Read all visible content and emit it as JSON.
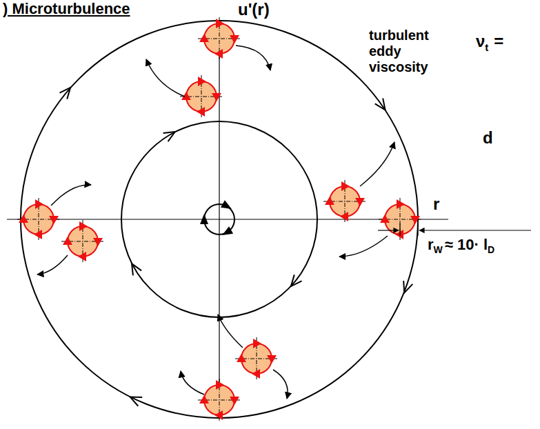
{
  "diagram": {
    "title": ") Microturbulence",
    "labels": [
      "u'(r)",
      "turbulent eddy viscosity",
      "ν",
      "t",
      "=",
      "d",
      "r",
      "r",
      "W",
      "≈ 10· l",
      "D"
    ]
  }
}
